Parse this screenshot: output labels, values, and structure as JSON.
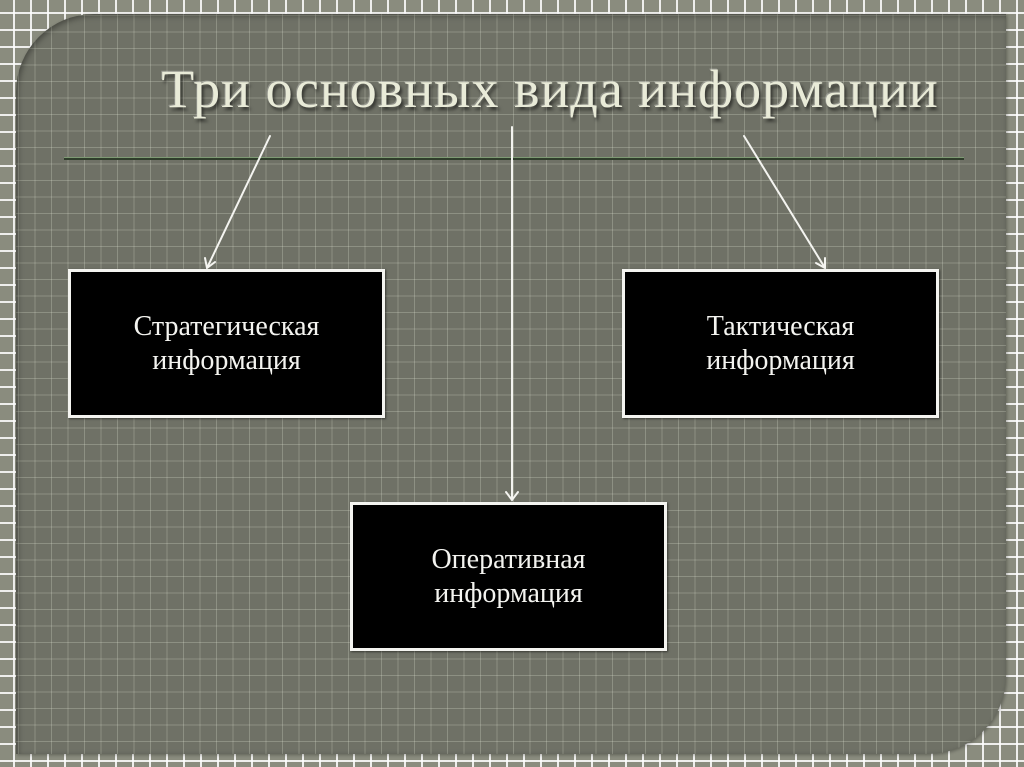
{
  "slide": {
    "title": "Три основных вида информации",
    "boxes": [
      {
        "line1": "Стратегическая",
        "line2": "информация"
      },
      {
        "line1": "Тактическая",
        "line2": "информация"
      },
      {
        "line1": "Оперативная",
        "line2": "информация"
      }
    ]
  },
  "colors": {
    "background": "#8a8c7e",
    "panel": "#6f7166",
    "box_fill": "#000000",
    "box_border": "#f4f4f0",
    "title_text": "#e9ebd8",
    "rule": "#2f3d2b"
  }
}
